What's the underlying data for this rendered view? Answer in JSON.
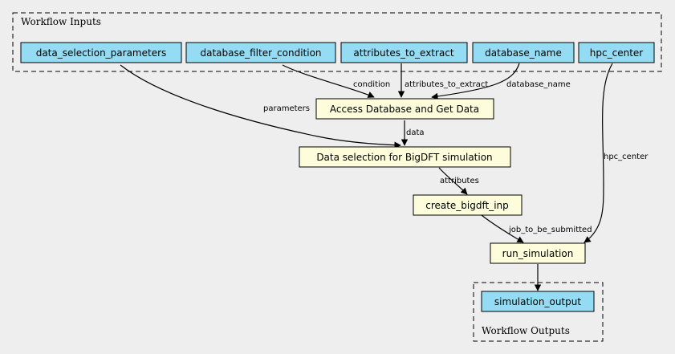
{
  "colors": {
    "io_node": "#94dcf3",
    "step_node": "#fdfddb",
    "background": "#eeeeee"
  },
  "clusters": {
    "inputs": {
      "label": "Workflow Inputs"
    },
    "outputs": {
      "label": "Workflow Outputs"
    }
  },
  "nodes": {
    "data_selection_parameters": {
      "label": "data_selection_parameters",
      "kind": "input"
    },
    "database_filter_condition": {
      "label": "database_filter_condition",
      "kind": "input"
    },
    "attributes_to_extract": {
      "label": "attributes_to_extract",
      "kind": "input"
    },
    "database_name": {
      "label": "database_name",
      "kind": "input"
    },
    "hpc_center": {
      "label": "hpc_center",
      "kind": "input"
    },
    "access_db": {
      "label": "Access Database and Get Data",
      "kind": "step"
    },
    "data_selection": {
      "label": "Data selection for BigDFT simulation",
      "kind": "step"
    },
    "create_inp": {
      "label": "create_bigdft_inp",
      "kind": "step"
    },
    "run_sim": {
      "label": "run_simulation",
      "kind": "step"
    },
    "sim_output": {
      "label": "simulation_output",
      "kind": "output"
    }
  },
  "edges": {
    "parameters": {
      "from": "data_selection_parameters",
      "to": "data_selection",
      "label": "parameters"
    },
    "condition": {
      "from": "database_filter_condition",
      "to": "access_db",
      "label": "condition"
    },
    "attributes_to_extract": {
      "from": "attributes_to_extract",
      "to": "access_db",
      "label": "attributes_to_extract"
    },
    "database_name": {
      "from": "database_name",
      "to": "access_db",
      "label": "database_name"
    },
    "hpc_center": {
      "from": "hpc_center",
      "to": "run_sim",
      "label": "hpc_center"
    },
    "data": {
      "from": "access_db",
      "to": "data_selection",
      "label": "data"
    },
    "attributes": {
      "from": "data_selection",
      "to": "create_inp",
      "label": "attributes"
    },
    "job_to_be_submitted": {
      "from": "create_inp",
      "to": "run_sim",
      "label": "job_to_be_submitted"
    },
    "output": {
      "from": "run_sim",
      "to": "sim_output",
      "label": ""
    }
  }
}
